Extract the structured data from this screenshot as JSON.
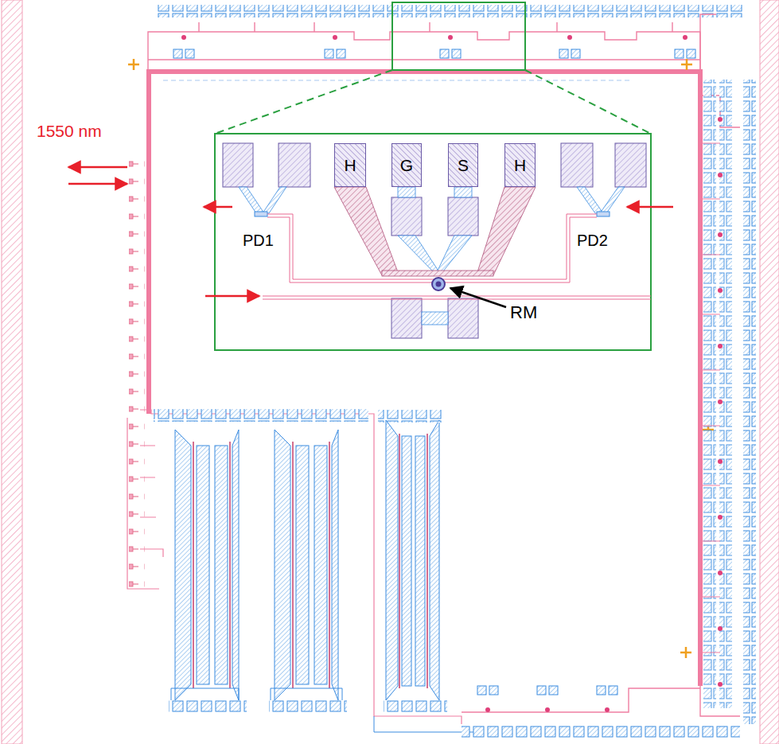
{
  "diagram": {
    "nodes": [
      {
        "text": [
          "H"
        ]
      },
      {
        "text": [
          "G"
        ]
      },
      {
        "text": [
          "S"
        ]
      },
      {
        "text": [
          "H"
        ]
      }
    ],
    "labels": [
      "1550 nm",
      "PD1",
      "PD2",
      "RM"
    ]
  }
}
